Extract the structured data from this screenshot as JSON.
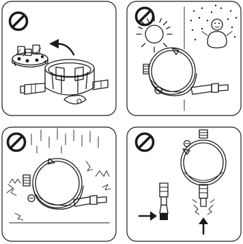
{
  "colors": {
    "ink": "#1a1a1a",
    "paper": "#ffffff"
  },
  "panels": [
    {
      "id": "panel-1",
      "topic": "do-not-disassemble",
      "icons": [
        "prohibition-icon",
        "valve-cartridge-icon",
        "curved-arrow-icon",
        "pressure-gauge-icon"
      ]
    },
    {
      "id": "panel-2",
      "topic": "do-not-expose-to-sun-or-freezing",
      "icons": [
        "prohibition-icon",
        "sun-icon",
        "snowman-icon",
        "snowflake-icon",
        "pressure-gauge-icon"
      ]
    },
    {
      "id": "panel-3",
      "topic": "do-not-expose-to-rain-or-shock",
      "icons": [
        "prohibition-icon",
        "rain-icon",
        "impact-spark-icon",
        "pressure-gauge-icon"
      ]
    },
    {
      "id": "panel-4",
      "topic": "do-not-hit-or-force-connector",
      "icons": [
        "prohibition-icon",
        "hammer-icon",
        "push-arrow-icon",
        "impact-spark-icon",
        "pressure-gauge-icon"
      ]
    }
  ]
}
